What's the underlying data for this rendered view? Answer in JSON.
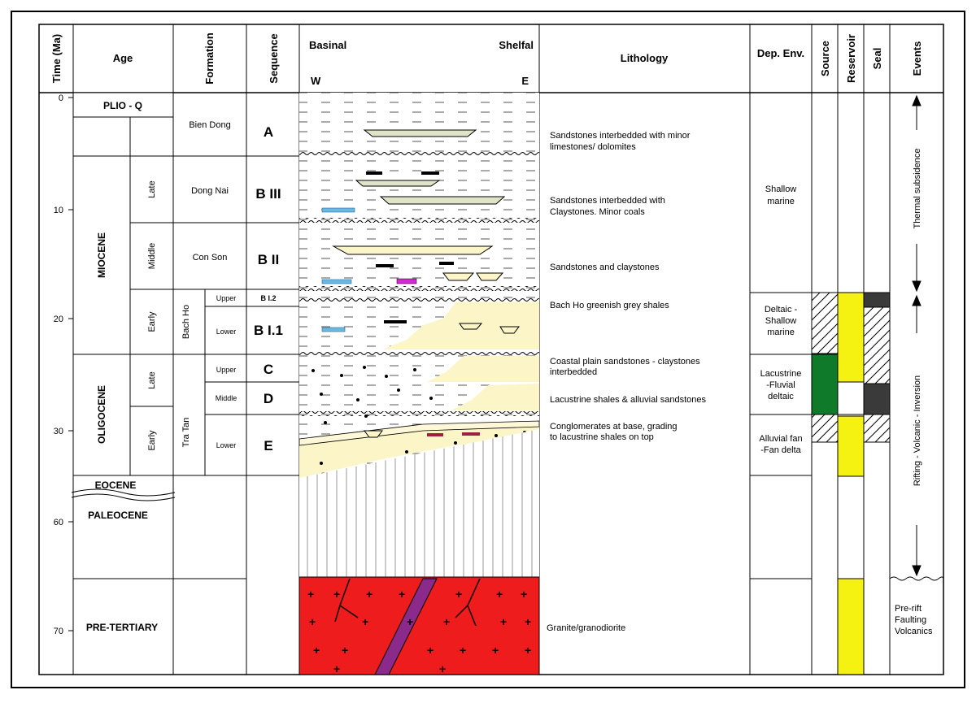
{
  "headers": {
    "time": "Time (Ma)",
    "age": "Age",
    "formation": "Formation",
    "sequence": "Sequence",
    "basinal": "Basinal",
    "shelfal": "Shelfal",
    "west": "W",
    "east": "E",
    "lithology": "Lithology",
    "dep_env": "Dep. Env.",
    "source": "Source",
    "reservoir": "Reservoir",
    "seal": "Seal",
    "events": "Events"
  },
  "time_ticks": [
    "0",
    "10",
    "20",
    "30",
    "60",
    "70"
  ],
  "ages": {
    "plio_q": "PLIO - Q",
    "miocene": "MIOCENE",
    "oligocene": "OLIGOCENE",
    "eocene": "EOCENE",
    "paleocene": "PALEOCENE",
    "pre_tertiary": "PRE-TERTIARY"
  },
  "subages": {
    "miocene_late": "Late",
    "miocene_middle": "Middle",
    "miocene_early": "Early",
    "oligocene_late": "Late",
    "oligocene_early": "Early"
  },
  "formations": {
    "bien_dong": "Bien Dong",
    "dong_nai": "Dong Nai",
    "con_son": "Con Son",
    "bach_ho": "Bach Ho",
    "tra_tan": "Tra Tan",
    "upper_1": "Upper",
    "lower_1": "Lower",
    "upper_2": "Upper",
    "middle_2": "Middle",
    "lower_2": "Lower"
  },
  "sequences": {
    "a": "A",
    "b3": "B III",
    "b2": "B II",
    "b12": "B I.2",
    "b11": "B I.1",
    "c": "C",
    "d": "D",
    "e": "E"
  },
  "lithology": {
    "l1a": "Sandstones interbedded with minor",
    "l1b": "limestones/ dolomites",
    "l2a": "Sandstones interbedded with",
    "l2b": "Claystones.  Minor coals",
    "l3": "Sandstones and claystones",
    "l4": "Bach Ho greenish grey shales",
    "l5a": "Coastal plain sandstones - claystones",
    "l5b": "interbedded",
    "l6": "Lacustrine shales & alluvial sandstones",
    "l7a": "Conglomerates at base, grading",
    "l7b": "to lacustrine shales on top",
    "l8": "Granite/granodiorite"
  },
  "dep_env": {
    "shallow_1": "Shallow",
    "shallow_2": "marine",
    "deltaic_1": "Deltaic -",
    "deltaic_2": "Shallow",
    "deltaic_3": "marine",
    "lac_1": "Lacustrine",
    "lac_2": "-Fluvial",
    "lac_3": "deltaic",
    "fan_1": "Alluvial fan",
    "fan_2": "-Fan delta"
  },
  "events": {
    "thermal": "Thermal subsidence",
    "rifting": "Rifting - Volcanic - Inversion",
    "pre_1": "Pre-rift",
    "pre_2": "Faulting",
    "pre_3": "Volcanics"
  },
  "colors": {
    "granite": "#ee1c1c",
    "dyke": "#8b2a8b",
    "sand": "#fbf5c8",
    "reservoir": "#f5f212",
    "source": "#0e7a2a",
    "seal": "#3a3a3a",
    "shale_blue": "#6bb8e0",
    "magenta": "#d22bd2"
  }
}
